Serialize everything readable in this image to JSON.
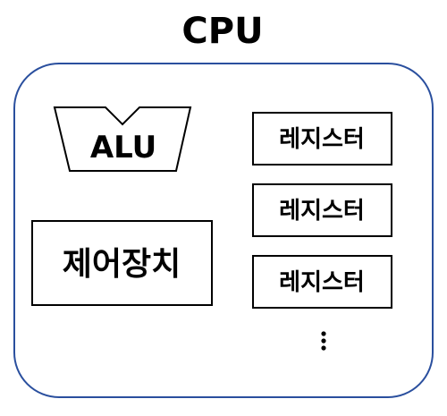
{
  "title": "CPU",
  "alu": {
    "label": "ALU"
  },
  "control_unit": {
    "label": "제어장치"
  },
  "registers": [
    "레지스터",
    "레지스터",
    "레지스터"
  ],
  "colors": {
    "cpu_border": "#2a4f9e",
    "box_border": "#000000",
    "text": "#000000"
  }
}
